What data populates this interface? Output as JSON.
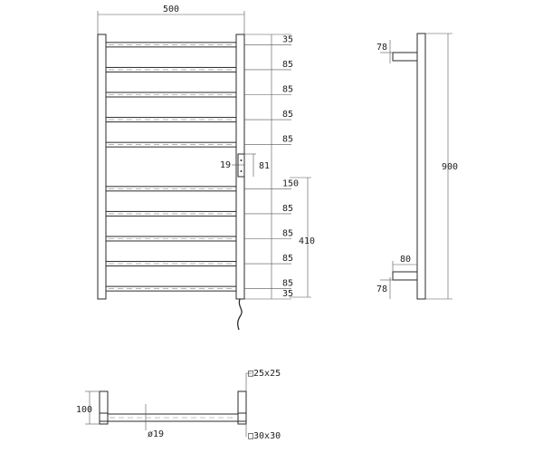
{
  "front_view": {
    "width_label": "500",
    "rung_gaps": [
      "35",
      "85",
      "85",
      "85",
      "85",
      "150",
      "85",
      "85",
      "85",
      "85",
      "35"
    ],
    "box_width_label": "19",
    "box_offset_label": "81",
    "lower_span_label": "410"
  },
  "side_view": {
    "height_label": "900",
    "top_bracket_label": "78",
    "bottom_depth_label": "80",
    "bottom_bracket_label": "78"
  },
  "top_view": {
    "depth_label": "100",
    "tube_label": "ø19",
    "post_top_label": "□25x25",
    "post_bottom_label": "□30x30"
  }
}
